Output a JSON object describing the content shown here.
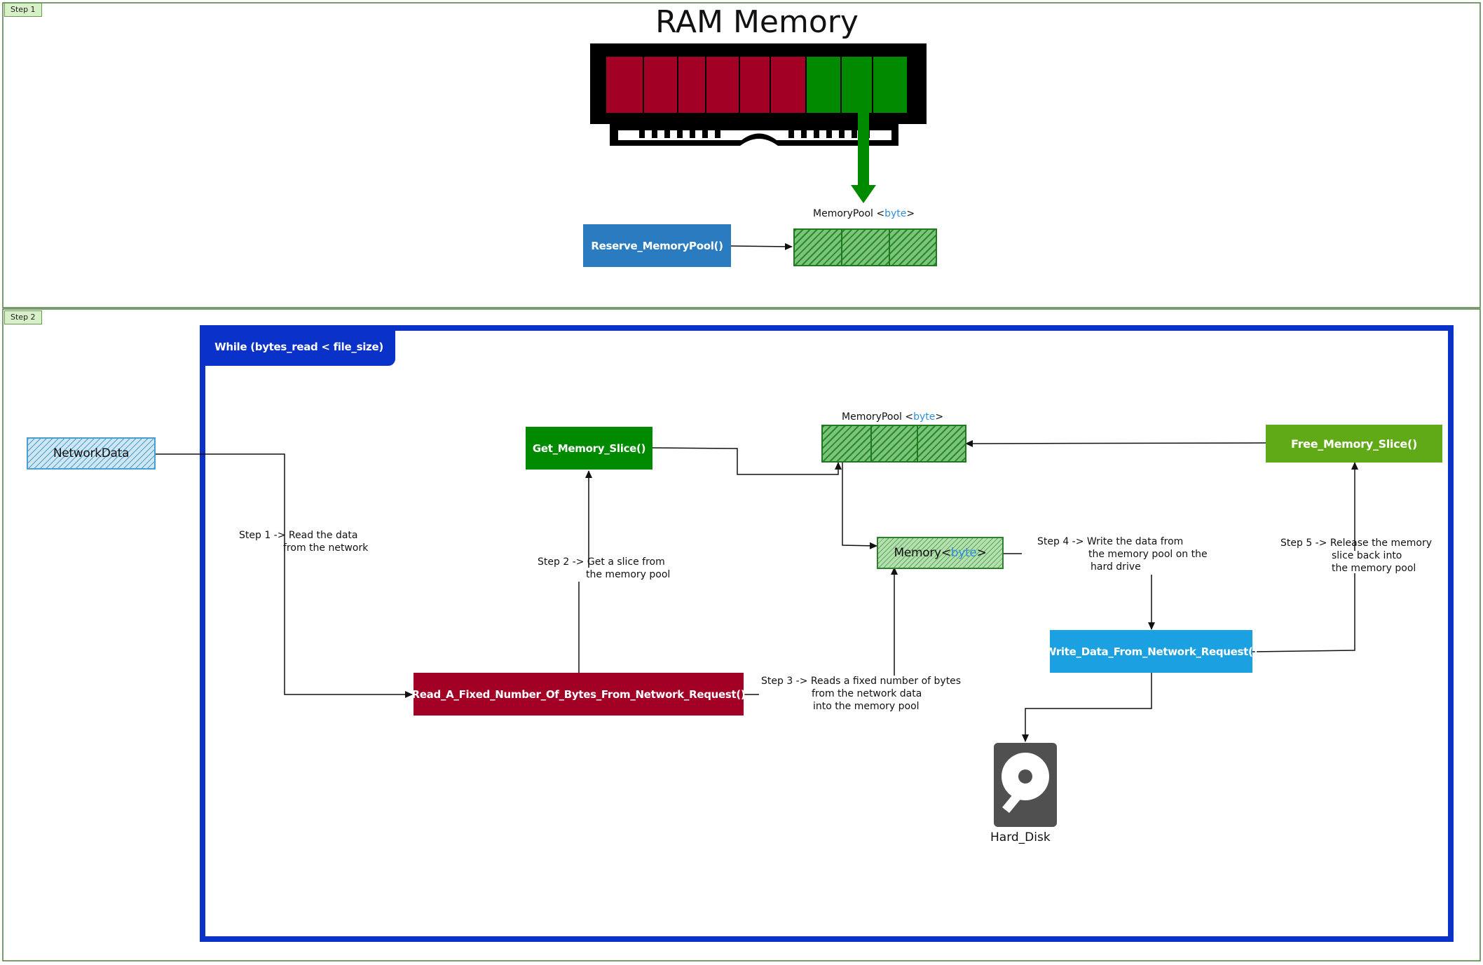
{
  "frames": {
    "step1_tag": "Step 1",
    "step2_tag": "Step 2"
  },
  "ram": {
    "title": "RAM Memory"
  },
  "step1": {
    "reserve_button": "Reserve_MemoryPool()",
    "pool_label_prefix": "MemoryPool <",
    "pool_label_type": "byte",
    "pool_label_suffix": ">"
  },
  "loop": {
    "label": "While (bytes_read < file_size)"
  },
  "nodes": {
    "network_data": "NetworkData",
    "get_slice": "Get_Memory_Slice()",
    "free_slice": "Free_Memory_Slice()",
    "read_bytes": "Read_A_Fixed_Number_Of_Bytes_From_Network_Request()",
    "write_data": "Write_Data_From_Network_Request()",
    "pool_prefix": "MemoryPool <",
    "pool_type": "byte",
    "pool_suffix": ">",
    "memory_prefix": "Memory<",
    "memory_type": "byte",
    "memory_suffix": ">",
    "hard_disk": "Hard_Disk"
  },
  "steps": {
    "step1_line1": "Step 1 -> Read the data",
    "step1_line2": "from the network",
    "step2_line1": "Step 2 -> Get a slice from",
    "step2_line2": "the memory pool",
    "step3_line1": "Step 3 -> Reads a fixed number of bytes",
    "step3_line2": "from the network data",
    "step3_line3": "into the memory pool",
    "step4_line1": "Step 4 -> Write the data from",
    "step4_line2": "the memory pool on the",
    "step4_line3": "hard drive",
    "step5_line1": "Step 5 -> Release the memory",
    "step5_line2": "slice back into",
    "step5_line3": "the memory pool"
  },
  "colors": {
    "red": "#a20025",
    "green": "#008a00",
    "lime": "#60a917",
    "blue_box": "#2a7bc0",
    "cyan_box": "#1ba1e2",
    "loop_border": "#0a32c8",
    "disk_gray": "#505050"
  }
}
